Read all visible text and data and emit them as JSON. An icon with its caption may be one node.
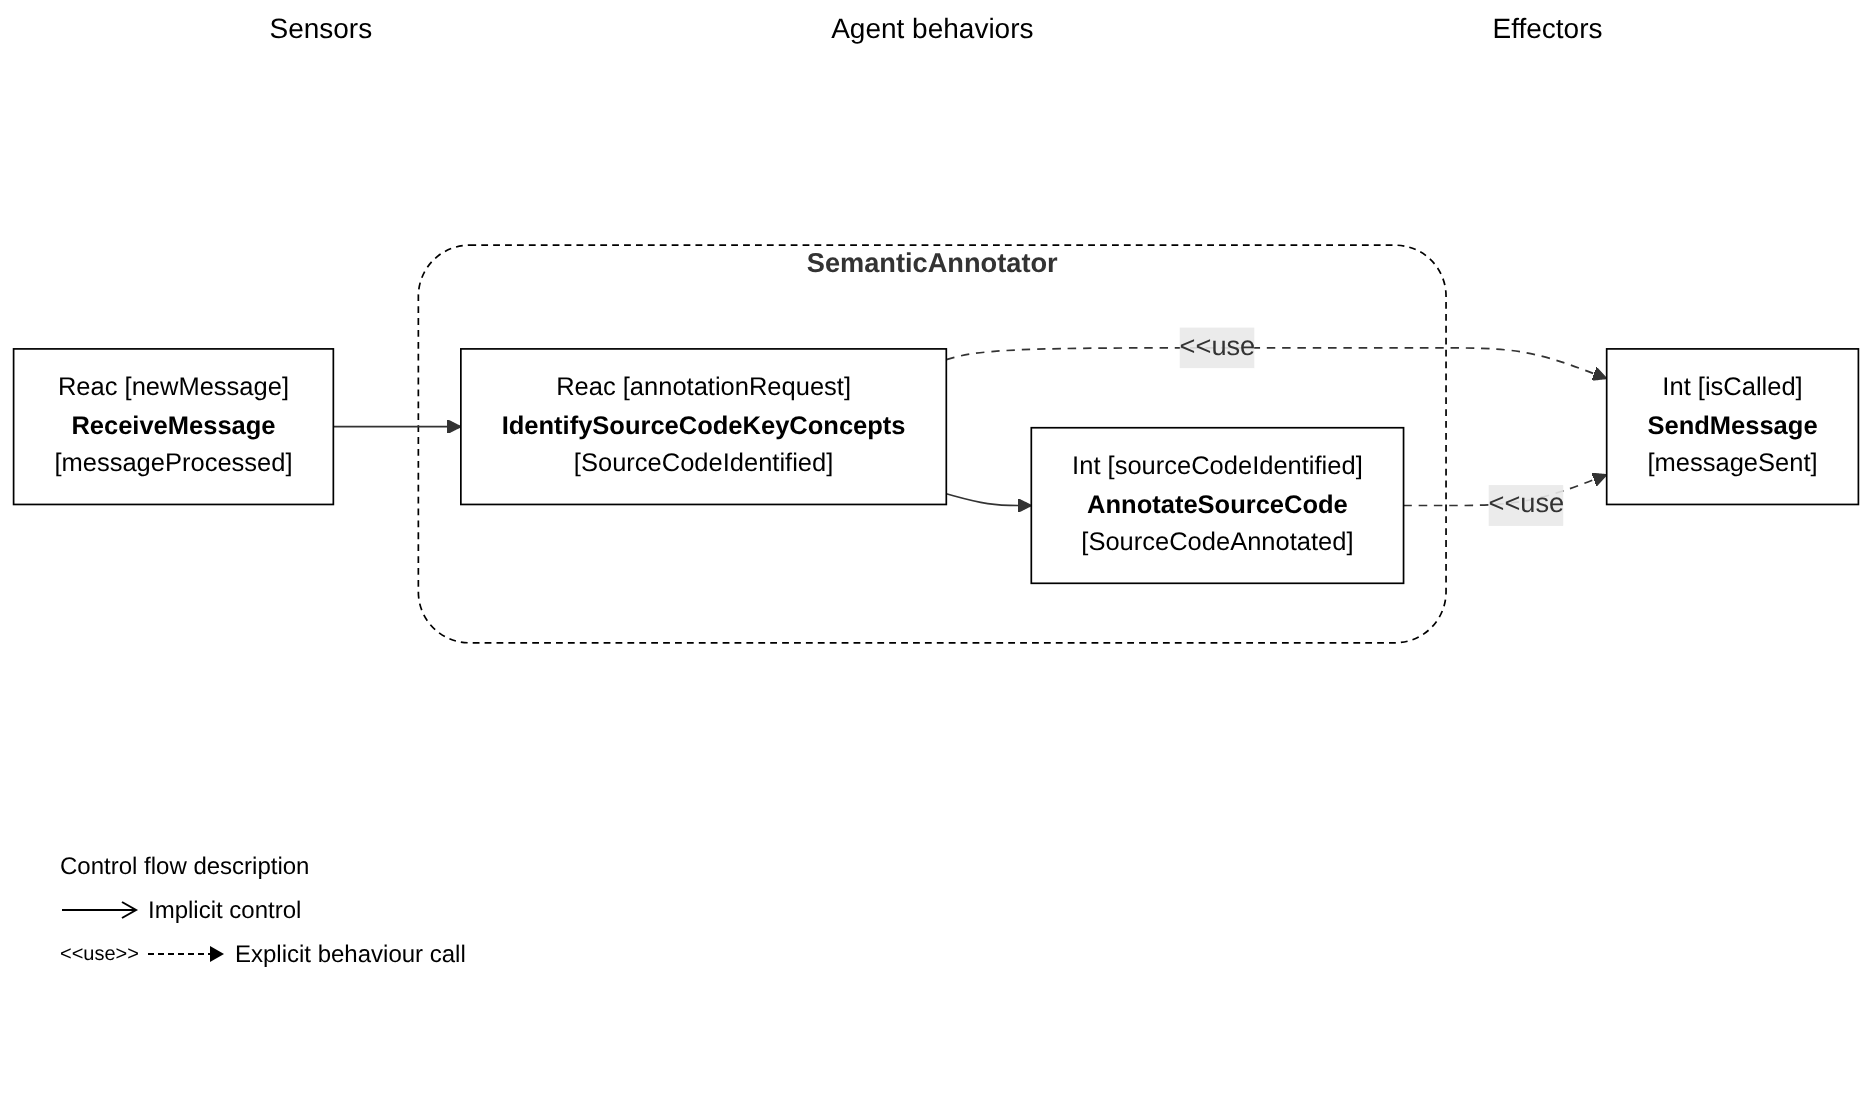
{
  "diagram": {
    "nodes": [
      {
        "text": [
          "Reac [newMessage]",
          "ReceiveMessage",
          "[messageProcessed]"
        ]
      },
      {
        "text": [
          "SemanticAnnotator"
        ]
      },
      {
        "text": [
          "Reac [annotationRequest]",
          "IdentifySourceCodeKeyConcepts",
          "[SourceCodeIdentified]"
        ],
        "in": 1
      },
      {
        "text": [
          "Int [sourceCodeIdentified]",
          "AnnotateSourceCode",
          "[SourceCodeAnnotated]"
        ],
        "in": 1
      },
      {
        "text": [
          "Int [isCalled]",
          "SendMessage",
          "[messageSent]"
        ]
      }
    ],
    "edges": [
      {
        "from": 0,
        "to": 2,
        "arrow": "to"
      },
      {
        "from": 2,
        "to": 3,
        "arrow": "to"
      },
      {
        "from": 2,
        "to": 4,
        "arrow": "to",
        "label": "<<use",
        "style": "dashed"
      },
      {
        "from": 3,
        "to": 4,
        "arrow": "to",
        "label": "<<use",
        "style": "dashed"
      }
    ],
    "labels": [
      "Sensors",
      "Agent behaviors",
      "Effectors",
      "Control flow description",
      "<<use>>"
    ],
    "legend": [
      {
        "text": "Implicit control"
      },
      {
        "text": "Explicit behaviour call"
      }
    ]
  }
}
